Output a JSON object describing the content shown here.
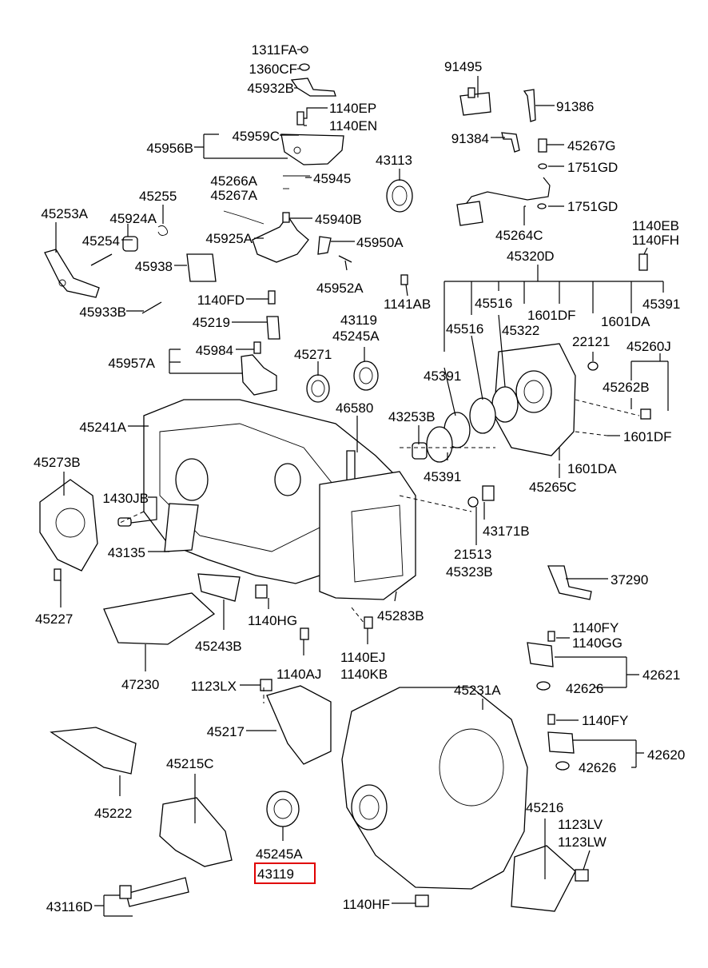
{
  "highlight_color": "#e00000",
  "labels": {
    "l_1311FA": "1311FA",
    "l_1360CF": "1360CF",
    "l_45932B": "45932B",
    "l_1140EP": "1140EP",
    "l_1140EN": "1140EN",
    "l_45959C": "45959C",
    "l_45956B": "45956B",
    "l_91495": "91495",
    "l_91386": "91386",
    "l_91384": "91384",
    "l_45267G": "45267G",
    "l_1751GD_1": "1751GD",
    "l_43113": "43113",
    "l_45266A": "45266A",
    "l_45267A": "45267A",
    "l_45945": "45945",
    "l_1751GD_2": "1751GD",
    "l_45253A": "45253A",
    "l_45255": "45255",
    "l_45924A": "45924A",
    "l_45940B": "45940B",
    "l_45264C": "45264C",
    "l_1140EB": "1140EB",
    "l_1140FH": "1140FH",
    "l_45254": "45254",
    "l_45925A": "45925A",
    "l_45950A": "45950A",
    "l_45320D": "45320D",
    "l_45938": "45938",
    "l_45952A": "45952A",
    "l_1140FD": "1140FD",
    "l_1141AB": "1141AB",
    "l_45516_1": "45516",
    "l_45391_1": "45391",
    "l_45933B": "45933B",
    "l_1601DF_1": "1601DF",
    "l_43119_1": "43119",
    "l_1601DA_1": "1601DA",
    "l_45219": "45219",
    "l_45245A_1": "45245A",
    "l_45516_2": "45516",
    "l_45322": "45322",
    "l_22121": "22121",
    "l_45260J": "45260J",
    "l_45957A": "45957A",
    "l_45984": "45984",
    "l_45271": "45271",
    "l_45391_2": "45391",
    "l_45262B": "45262B",
    "l_46580": "46580",
    "l_45241A": "45241A",
    "l_43253B": "43253B",
    "l_1601DF_2": "1601DF",
    "l_45273B": "45273B",
    "l_45391_3": "45391",
    "l_1601DA_2": "1601DA",
    "l_45265C": "45265C",
    "l_1430JB": "1430JB",
    "l_43171B": "43171B",
    "l_43135": "43135",
    "l_21513": "21513",
    "l_45323B": "45323B",
    "l_37290": "37290",
    "l_45227": "45227",
    "l_1140HG": "1140HG",
    "l_45283B": "45283B",
    "l_45243B": "45243B",
    "l_1140FY_1": "1140FY",
    "l_1140GG": "1140GG",
    "l_1140EJ": "1140EJ",
    "l_1140AJ": "1140AJ",
    "l_1140KB": "1140KB",
    "l_42621": "42621",
    "l_47230": "47230",
    "l_1123LX": "1123LX",
    "l_42626_1": "42626",
    "l_45231A": "45231A",
    "l_45217": "45217",
    "l_1140FY_2": "1140FY",
    "l_42620": "42620",
    "l_42626_2": "42626",
    "l_45215C": "45215C",
    "l_45222": "45222",
    "l_45216": "45216",
    "l_1123LV": "1123LV",
    "l_1123LW": "1123LW",
    "l_45245A_2": "45245A",
    "l_43119_2": "43119",
    "l_43116D": "43116D",
    "l_1140HF": "1140HF"
  }
}
